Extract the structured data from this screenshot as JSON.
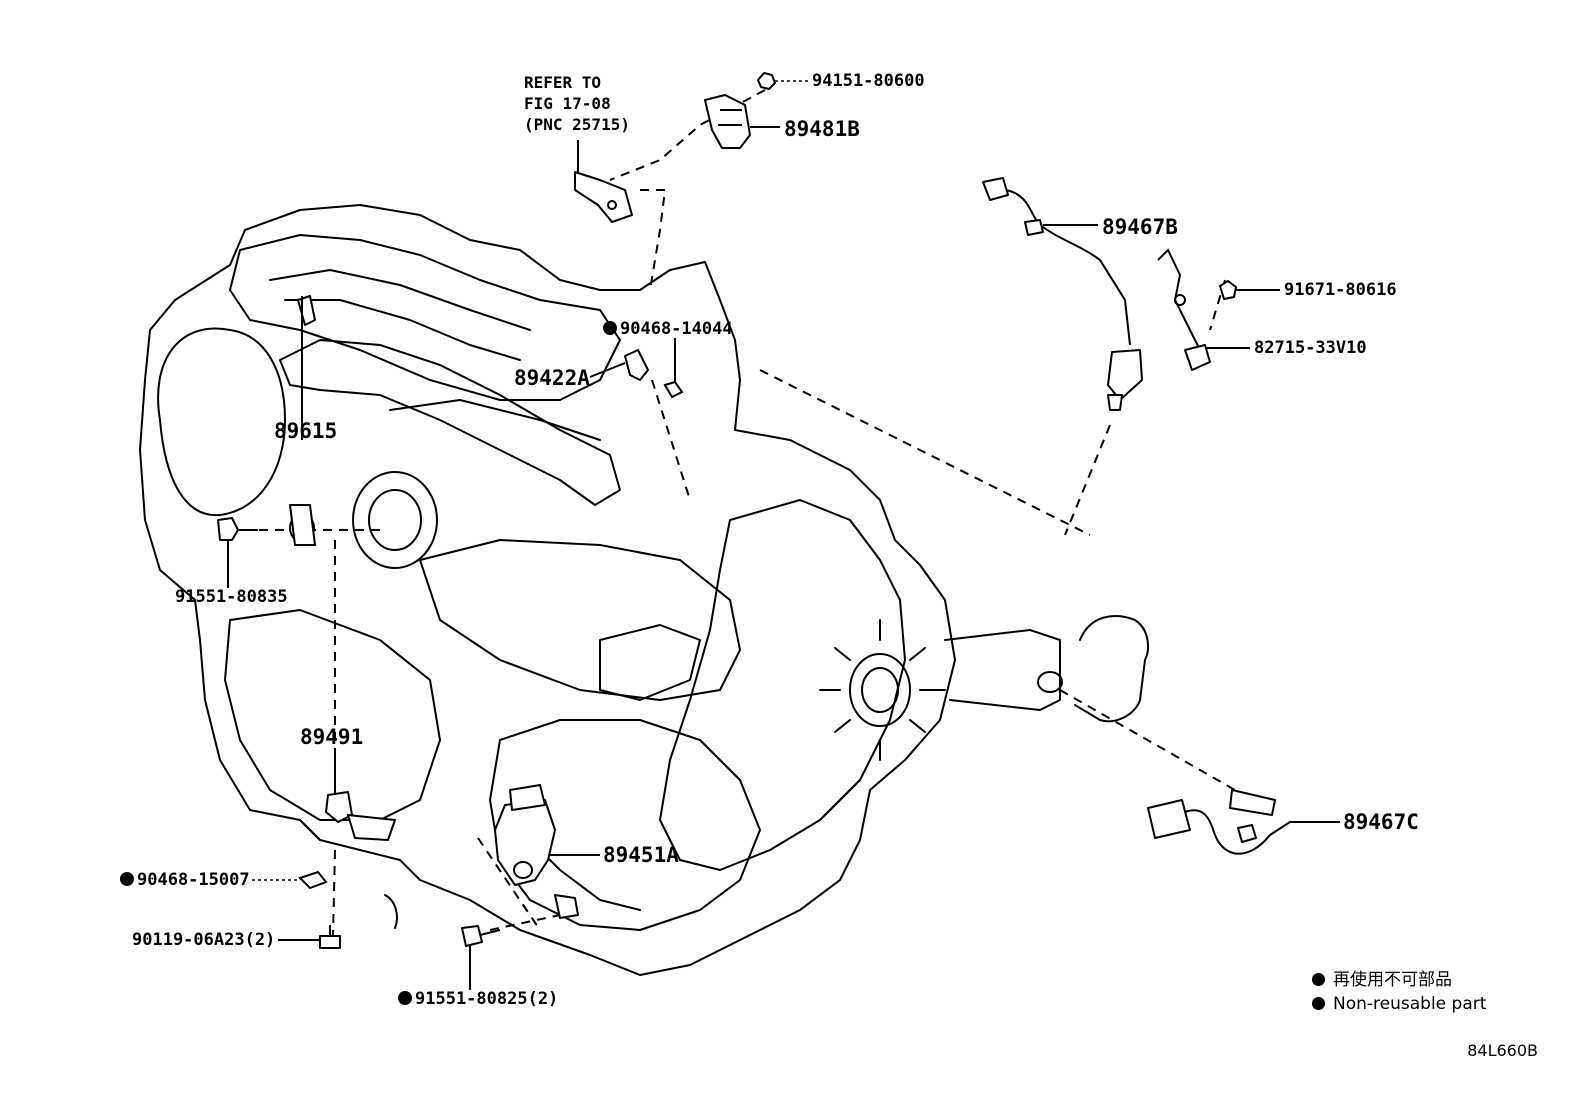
{
  "refer_note": [
    "REFER TO",
    "FIG 17-08",
    "(PNC 25715)"
  ],
  "labels": {
    "p94151": "94151-80600",
    "p89481B": "89481B",
    "p89467B": "89467B",
    "p91671": "91671-80616",
    "p82715": "82715-33V10",
    "p90468_14044": "90468-14044",
    "p89422A": "89422A",
    "p89615": "89615",
    "p91551_80835": "91551-80835",
    "p89491": "89491",
    "p90468_15007": "90468-15007",
    "p90119": "90119-06A23(2)",
    "p91551_80825": "91551-80825(2)",
    "p89451A": "89451A",
    "p89467C": "89467C"
  },
  "legend": {
    "line1": "再使用不可部品",
    "line2": "Non-reusable part"
  },
  "figure_code": "84L660B"
}
